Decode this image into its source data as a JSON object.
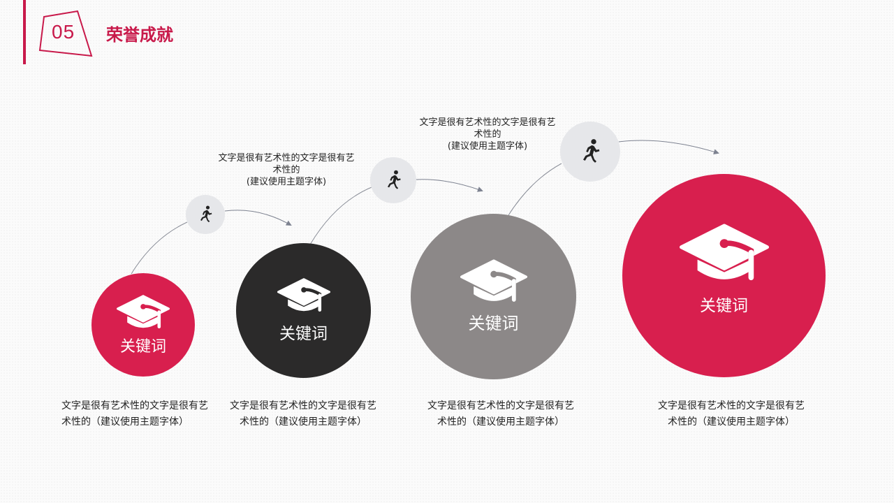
{
  "header": {
    "section_number": "05",
    "title": "荣誉成就",
    "accent_color": "#c8194a"
  },
  "steps": [
    {
      "keyword": "关键词",
      "circle_color": "#d81f4e",
      "icon": "graduation-cap-icon",
      "description": "文字是很有艺术性的文字是很有艺术性的（建议使用主题字体）"
    },
    {
      "keyword": "关键词",
      "circle_color": "#2b2a2a",
      "icon": "graduation-cap-icon",
      "description": "文字是很有艺术性的文字是很有艺术性的（建议使用主题字体）"
    },
    {
      "keyword": "关键词",
      "circle_color": "#8c8888",
      "icon": "graduation-cap-icon",
      "description": "文字是很有艺术性的文字是很有艺术性的（建议使用主题字体）"
    },
    {
      "keyword": "关键词",
      "circle_color": "#d81f4e",
      "icon": "graduation-cap-icon",
      "description": "文字是很有艺术性的文字是很有艺术性的（建议使用主题字体）"
    }
  ],
  "connectors": [
    {
      "icon": "running-person-icon",
      "caption_line1": "",
      "caption_line2": "",
      "caption_line3": ""
    },
    {
      "icon": "running-person-icon",
      "caption_line1": "文字是很有艺术性的文字是很有艺",
      "caption_line2": "术性的",
      "caption_line3": "(建议使用主题字体)"
    },
    {
      "icon": "running-person-icon",
      "caption_line1": "文字是很有艺术性的文字是很有艺",
      "caption_line2": "术性的",
      "caption_line3": "(建议使用主题字体)"
    }
  ],
  "colors": {
    "connector_circle": "#e6e7ea",
    "arrow_line": "#7d8290"
  }
}
